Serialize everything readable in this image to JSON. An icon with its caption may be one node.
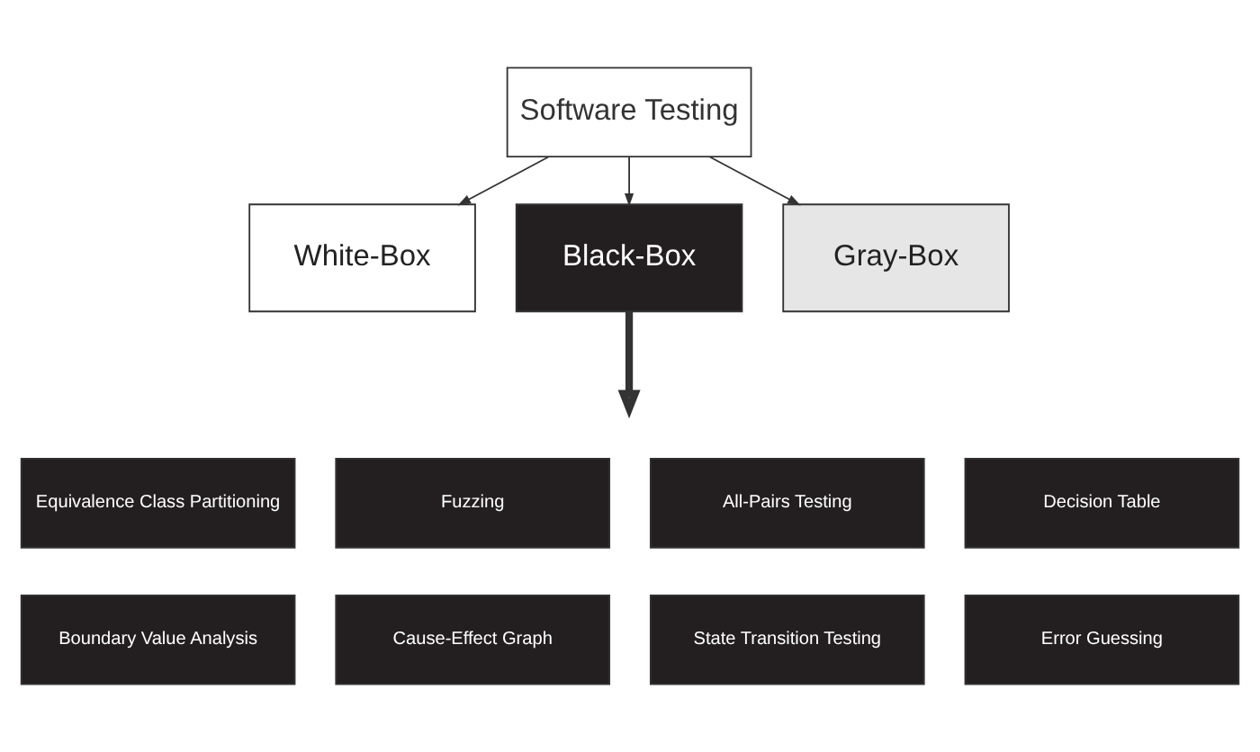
{
  "diagram": {
    "nodes": [
      {
        "text": [
          "Software Testing"
        ]
      },
      {
        "text": [
          "White-Box"
        ]
      },
      {
        "text": [
          "Black-Box"
        ]
      },
      {
        "text": [
          "Gray-Box"
        ]
      },
      {
        "text": [
          "Equivalence Class Partitioning"
        ]
      },
      {
        "text": [
          "Fuzzing"
        ]
      },
      {
        "text": [
          "All-Pairs Testing"
        ]
      },
      {
        "text": [
          "Decision Table"
        ]
      },
      {
        "text": [
          "Boundary Value Analysis"
        ]
      },
      {
        "text": [
          "Cause-Effect Graph"
        ]
      },
      {
        "text": [
          "State Transition Testing"
        ]
      },
      {
        "text": [
          "Error Guessing"
        ]
      }
    ],
    "edges": [
      {
        "from": 0,
        "to": 1,
        "arrow": "to"
      },
      {
        "from": 0,
        "to": 2,
        "arrow": "to"
      },
      {
        "from": 0,
        "to": 3,
        "arrow": "to"
      },
      {
        "from": 2,
        "to": null,
        "arrow": "to",
        "style": "thick"
      }
    ]
  }
}
